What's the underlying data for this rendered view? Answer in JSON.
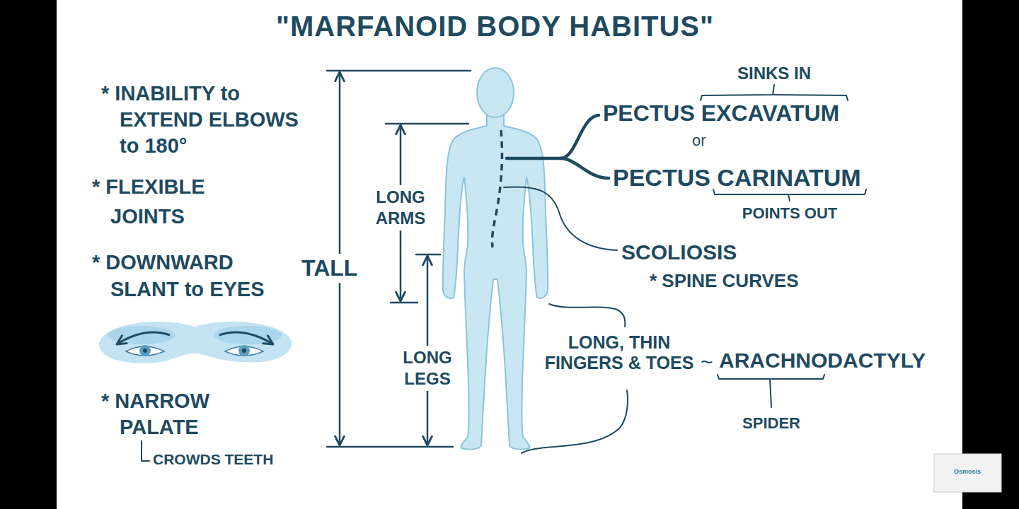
{
  "diagram": {
    "title": "\"MARFANOID BODY HABITUS\"",
    "labels": [
      "TALL",
      "LONG ARMS",
      "LONG LEGS",
      "* INABILITY to EXTEND ELBOWS to 180°",
      "* FLEXIBLE JOINTS",
      "* DOWNWARD SLANT to EYES",
      "* NARROW PALATE",
      "CROWDS TEETH",
      "SINKS IN",
      "PECTUS EXCAVATUM",
      "or",
      "PECTUS CARINATUM",
      "POINTS OUT",
      "SCOLIOSIS",
      "* SPINE CURVES",
      "LONG, THIN FINGERS & TOES",
      "~",
      "ARACHNODACTYLY",
      "SPIDER",
      "Osmosis"
    ]
  }
}
